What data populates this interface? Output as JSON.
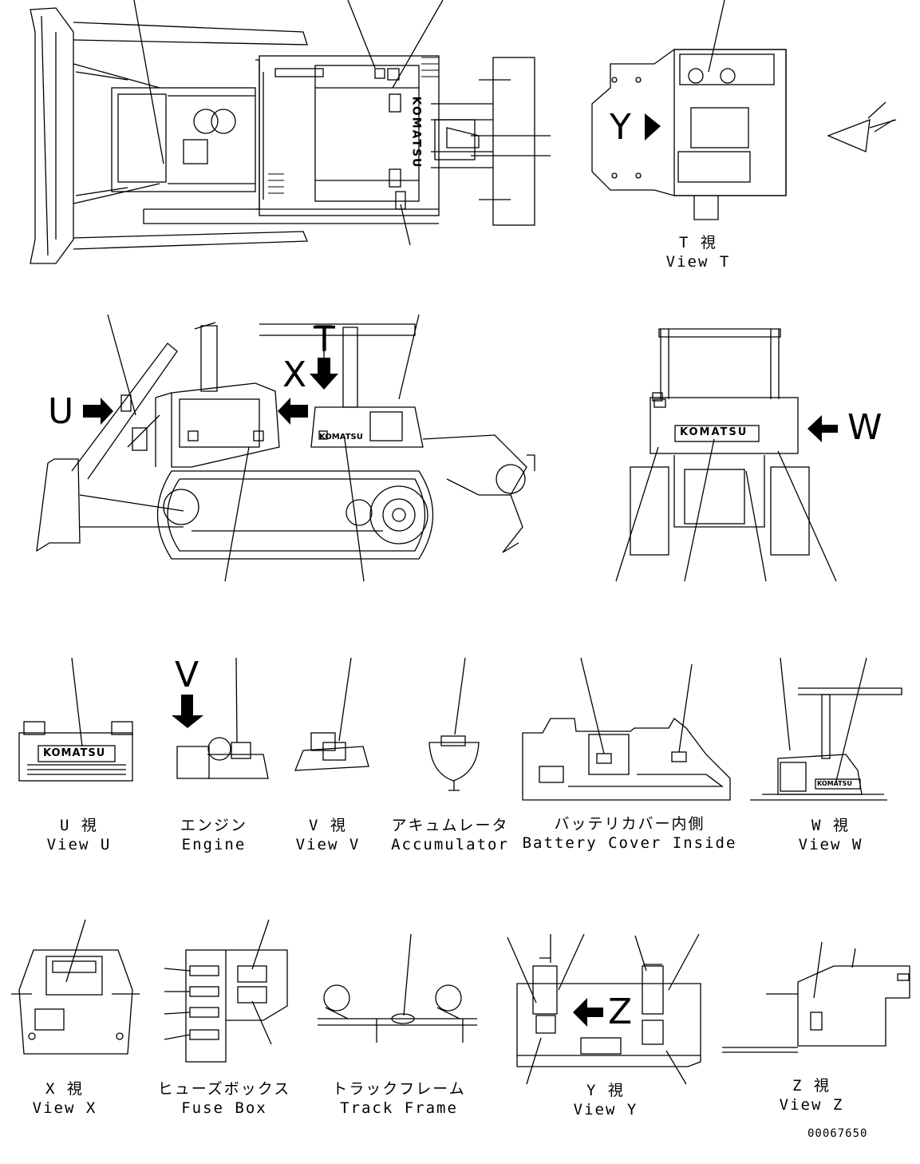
{
  "doc_code": "00067650",
  "brand": "KOMATSU",
  "view_letters": {
    "y": "Y",
    "u": "U",
    "x": "X",
    "t": "T",
    "w": "W",
    "v": "V",
    "z": "Z"
  },
  "captions": {
    "view_t": {
      "ja": "T 視",
      "en": "View T"
    },
    "view_u": {
      "ja": "U 視",
      "en": "View U"
    },
    "engine": {
      "ja": "エンジン",
      "en": "Engine"
    },
    "view_v": {
      "ja": "V 視",
      "en": "View V"
    },
    "accumulator": {
      "ja": "アキュムレータ",
      "en": "Accumulator"
    },
    "battery_cover": {
      "ja": "バッテリカバー内側",
      "en": "Battery Cover Inside"
    },
    "view_w": {
      "ja": "W 視",
      "en": "View W"
    },
    "view_x": {
      "ja": "X 視",
      "en": "View X"
    },
    "fuse_box": {
      "ja": "ヒューズボックス",
      "en": "Fuse Box"
    },
    "track_frame": {
      "ja": "トラックフレーム",
      "en": "Track Frame"
    },
    "view_y": {
      "ja": "Y 視",
      "en": "View Y"
    },
    "view_z": {
      "ja": "Z 視",
      "en": "View Z"
    }
  },
  "colors": {
    "line": "#000000",
    "paper": "#ffffff"
  }
}
